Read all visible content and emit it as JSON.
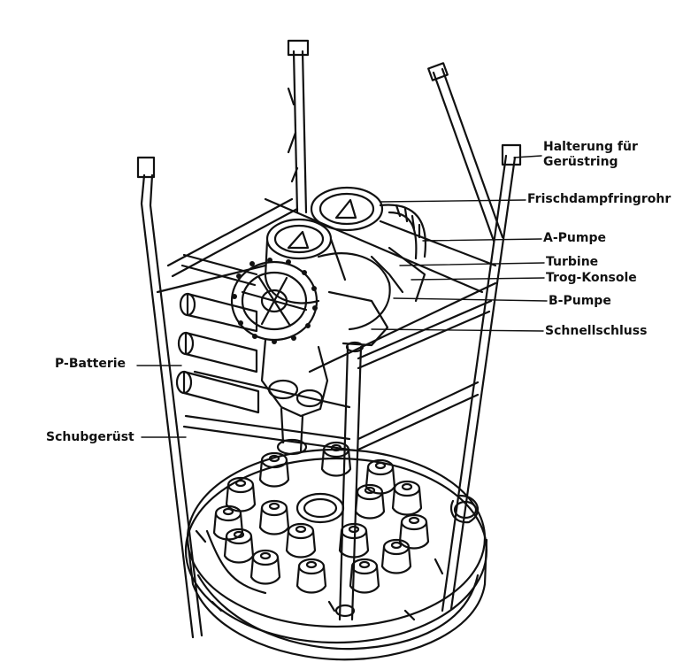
{
  "diagram": {
    "labels": {
      "halterung_line1": "Halterung für",
      "halterung_line2": "Gerüstring",
      "frischdampfringrohr": "Frischdampfringrohr",
      "a_pumpe": "A-Pumpe",
      "turbine": "Turbine",
      "trog_konsole": "Trog-Konsole",
      "b_pumpe": "B-Pumpe",
      "schnellschluss": "Schnellschluss",
      "p_batterie": "P-Batterie",
      "schubgeruest": "Schubgerüst"
    },
    "colors": {
      "ink": "#111111",
      "background": "#ffffff"
    }
  }
}
